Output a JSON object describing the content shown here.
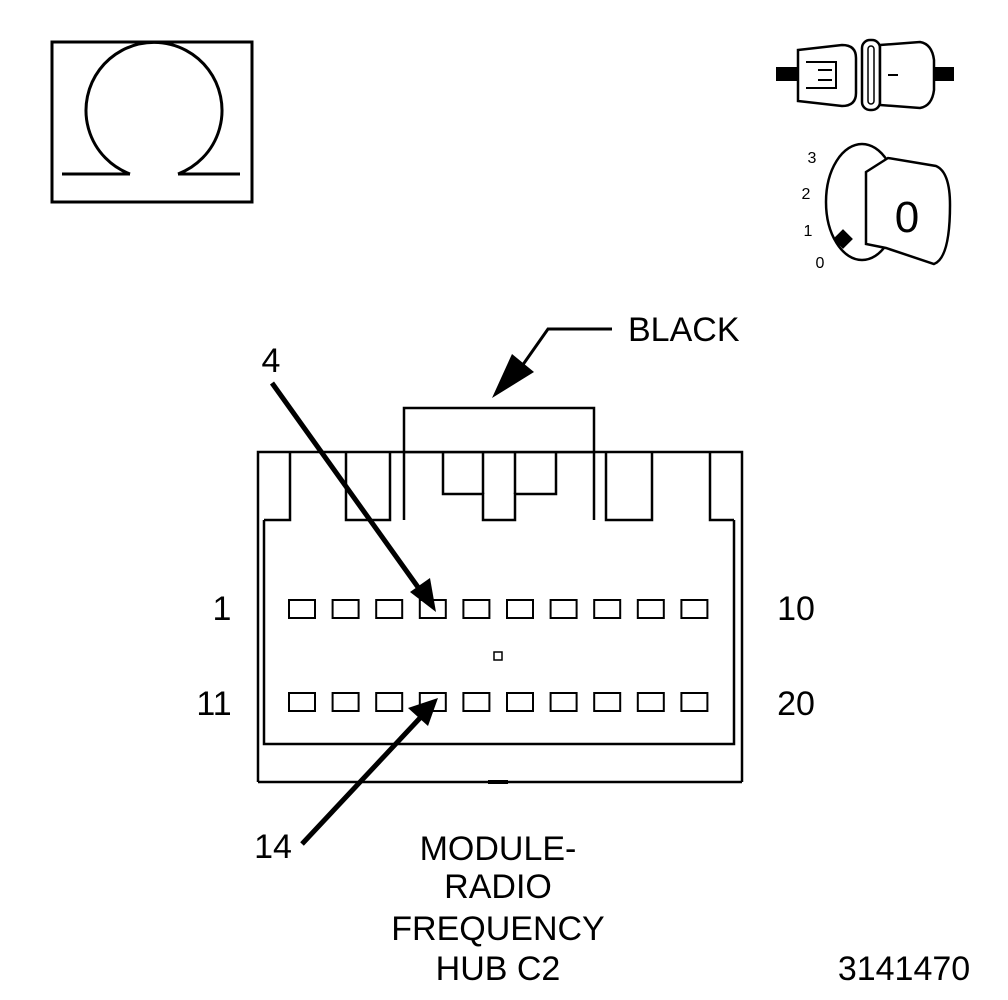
{
  "meter_symbol": {
    "icon": "ohm-symbol-icon"
  },
  "ignition": {
    "connector_icon": "connector-disconnected-icon",
    "key_icon": "ignition-key-icon",
    "key_label": "0",
    "positions": [
      "3",
      "2",
      "1",
      "0"
    ],
    "selected_position": "0"
  },
  "connector": {
    "color_label": "BLACK",
    "pin_callouts": {
      "upper": "4",
      "lower": "14"
    },
    "row_labels": {
      "top_left": "1",
      "top_right": "10",
      "bottom_left": "11",
      "bottom_right": "20"
    },
    "pins_per_row": 10,
    "rows": 2
  },
  "caption": {
    "line1": "MODULE-",
    "line2": "RADIO",
    "line3": "FREQUENCY",
    "line4": "HUB C2"
  },
  "figure_id": "3141470"
}
